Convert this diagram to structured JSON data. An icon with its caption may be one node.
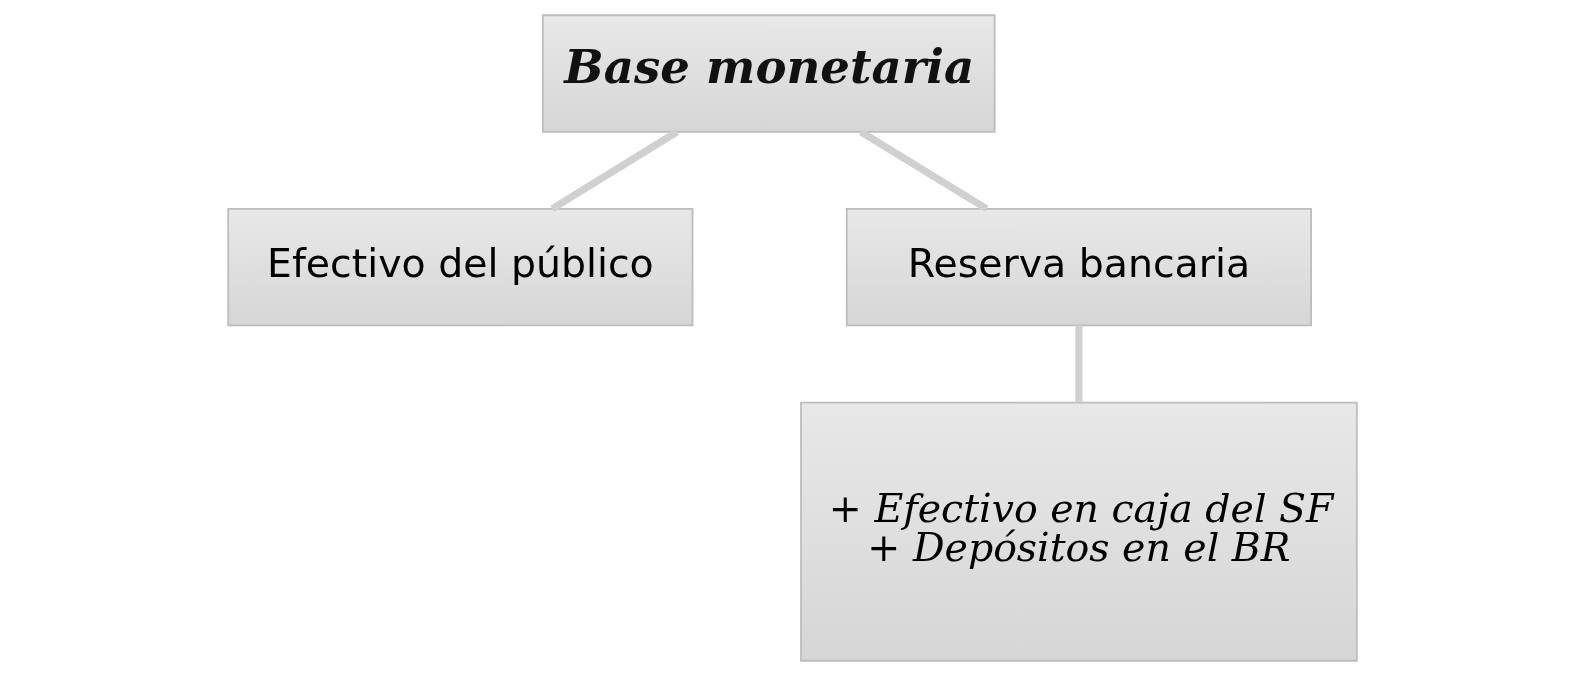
{
  "diagram": {
    "nodes": [
      {
        "text": [
          "Base monetaria"
        ]
      },
      {
        "text": [
          "Efectivo del público"
        ]
      },
      {
        "text": [
          "Reserva bancaria"
        ]
      },
      {
        "text": [
          "+ Efectivo en caja del SF + Depósitos en el BR"
        ]
      }
    ],
    "edges": [
      {
        "from": 0,
        "to": 1,
        "arrow": "none"
      },
      {
        "from": 0,
        "to": 2,
        "arrow": "none"
      },
      {
        "from": 2,
        "to": 3,
        "arrow": "none"
      }
    ]
  }
}
